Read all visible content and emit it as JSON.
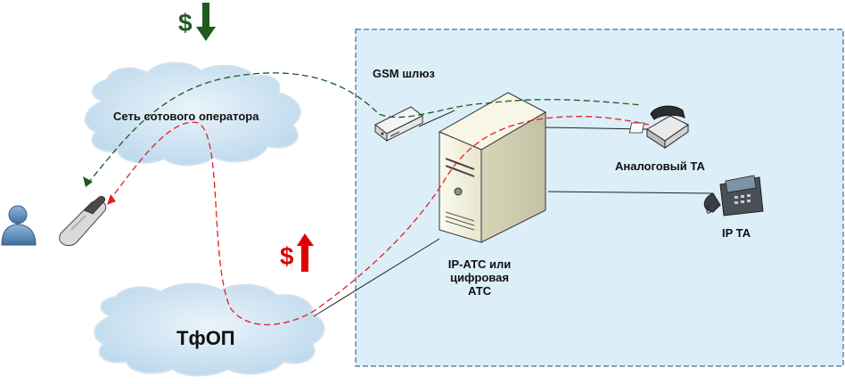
{
  "labels": {
    "cell_network": "Сеть сотового оператора",
    "pstn": "ТфОП",
    "gsm_gateway": "GSM шлюз",
    "pbx": "IP-АТС или\nцифровая\nАТС",
    "analog_phone": "Аналоговый ТА",
    "ip_phone": "IP ТА",
    "dollar_down": "$",
    "dollar_up": "$"
  },
  "colors": {
    "zone_fill": "#dceef8",
    "zone_border": "#3f6e95",
    "green_path": "#1d5a1d",
    "red_path": "#e02020",
    "money_down": "#1f5a1f",
    "money_up": "#e00000",
    "cloud_fill": "#d3e6f3"
  }
}
